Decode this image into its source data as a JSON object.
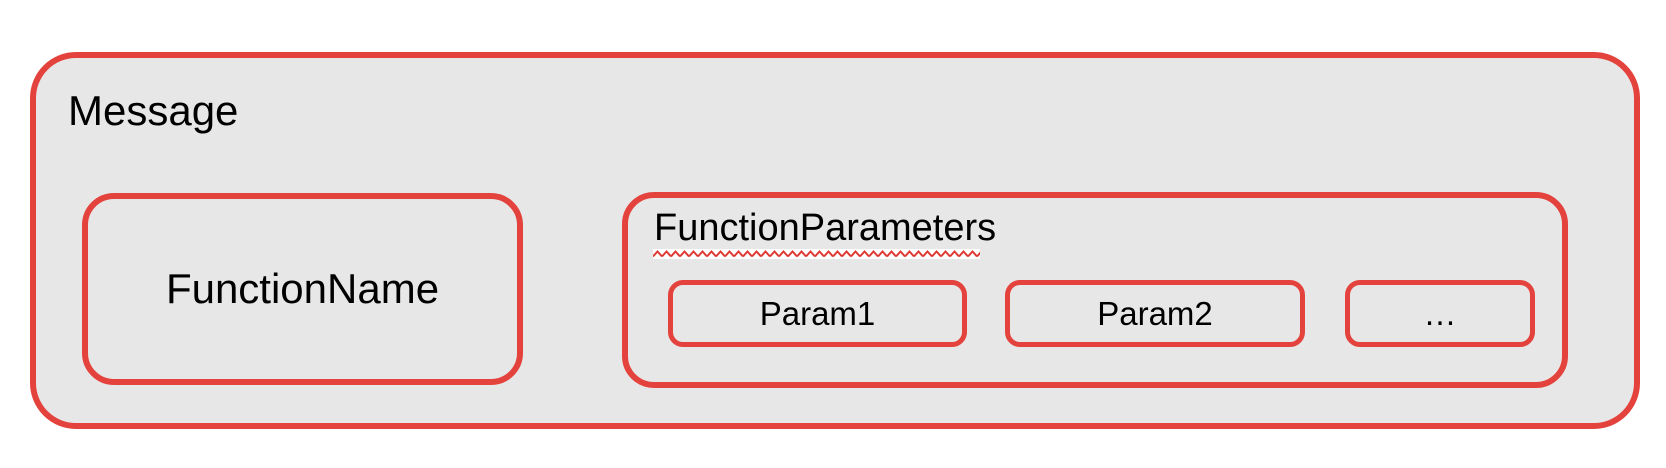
{
  "colors": {
    "page_bg": "#ffffff",
    "box_fill": "#e7e7e7",
    "border_red": "#e4433d",
    "squiggle_red": "#dd3a33",
    "squiggle_band": "#ffffff",
    "text": "#000000"
  },
  "diagram": {
    "message": {
      "label": "Message"
    },
    "function_name": {
      "label": "FunctionName"
    },
    "function_parameters": {
      "label": "FunctionParameters",
      "spellcheck_underline": true,
      "params": [
        {
          "label": "Param1"
        },
        {
          "label": "Param2"
        },
        {
          "label": "…"
        }
      ]
    }
  }
}
